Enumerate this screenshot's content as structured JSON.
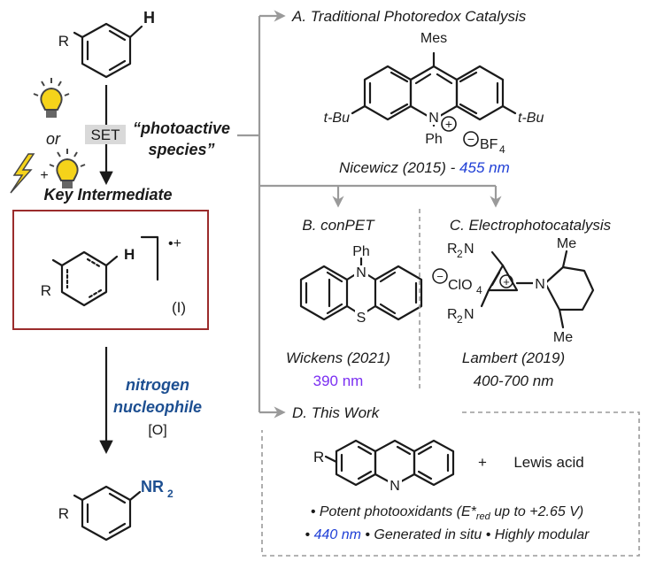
{
  "left": {
    "substrate_R": "R",
    "substrate_H": "H",
    "or_text": "or",
    "plus_text": "+",
    "set_label": "SET",
    "photoactive_label": "“photoactive species”",
    "photoactive_line1": "“photoactive",
    "photoactive_line2": "species”",
    "key_intermediate": "Key Intermediate",
    "int_R": "R",
    "int_H": "H",
    "radical_cation": "•+",
    "int_label": "(I)",
    "nucleophile_line1": "nitrogen",
    "nucleophile_line2": "nucleophile",
    "oxidant": "[O]",
    "product_R": "R",
    "product_NR2": "NR",
    "product_sub": "2"
  },
  "sectionA": {
    "title": "A. Traditional Photoredox Catalysis",
    "mes": "Mes",
    "tbu_left": "t-Bu",
    "tbu_right": "t-Bu",
    "n": "N",
    "plus": "+",
    "ph": "Ph",
    "minus": "−",
    "bf4": "BF",
    "bf4_sub": "4",
    "citation": "Nicewicz (2015) - ",
    "wavelength": "455 nm"
  },
  "sectionB": {
    "title": "B. conPET",
    "ph": "Ph",
    "n": "N",
    "s": "S",
    "citation": "Wickens (2021)",
    "wavelength": "390 nm"
  },
  "sectionC": {
    "title": "C. Electrophotocatalysis",
    "r2n_top": "R",
    "r2n_top_sub": "2",
    "r2n_top_n": "N",
    "r2n_bot": "R",
    "r2n_bot_sub": "2",
    "r2n_bot_n": "N",
    "clo4": "ClO",
    "clo4_sub": "4",
    "minus": "−",
    "plus": "+",
    "n": "N",
    "me_top": "Me",
    "me_bot": "Me",
    "citation": "Lambert (2019)",
    "wavelength": "400-700 nm"
  },
  "sectionD": {
    "title": "D. This Work",
    "r": "R",
    "n": "N",
    "plus_text": "+",
    "lewis_acid": "Lewis acid",
    "bullet1_a": "• Potent photooxidants (E*",
    "bullet1_sub": "red",
    "bullet1_b": " up to +2.65 V)",
    "bullet2_bullet": "• ",
    "bullet2_wavelength": "440 nm",
    "bullet2_rest": "  • Generated in situ  •  Highly modular"
  },
  "colors": {
    "blue_wavelength": "#1f3fd6",
    "purple_wavelength": "#7b2ff2",
    "navy_nucleophile": "#1d4f91",
    "box_border": "#9b2c2c",
    "bulb_yellow": "#f5d31a",
    "set_bg": "#d9d9d9",
    "arrow_gray": "#9a9a9a"
  },
  "icons": [
    "lightbulb-icon",
    "lightning-bolt-icon"
  ]
}
